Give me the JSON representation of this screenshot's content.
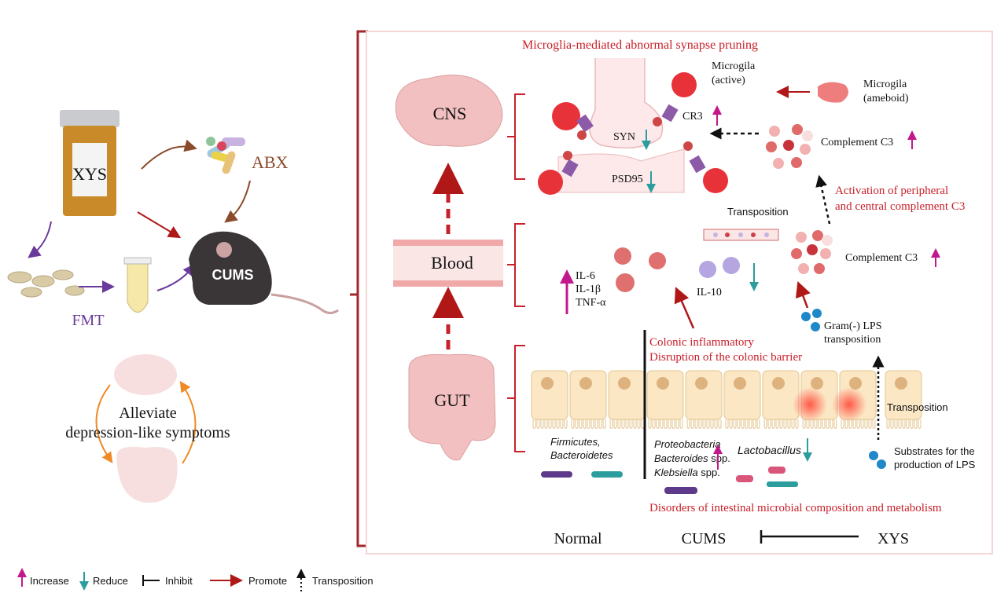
{
  "colors": {
    "bracket": "#a3262c",
    "red_text": "#c8202a",
    "increase": "#c2188b",
    "reduce": "#2a9d9c",
    "promote": "#b01818",
    "abx": "#8b4a2a",
    "fmt": "#6a3a9a"
  },
  "left": {
    "bottle_label": "XYS",
    "abx_label": "ABX",
    "fmt_label": "FMT",
    "mouse_label": "CUMS",
    "outcome_line1": "Alleviate",
    "outcome_line2": "depression-like symptoms"
  },
  "right": {
    "cns_label": "CNS",
    "blood_label": "Blood",
    "gut_label": "GUT",
    "cns": {
      "title": "Microglia-mediated abnormal synapse pruning",
      "microglia_active_1": "Microgila",
      "microglia_active_2": "(active)",
      "microglia_ameboid_1": "Microgila",
      "microglia_ameboid_2": "(ameboid)",
      "cr3": "CR3",
      "syn": "SYN",
      "psd95": "PSD95",
      "complement": "Complement C3"
    },
    "complement_activation_1": "Activation of peripheral",
    "complement_activation_2": "and central complement C3",
    "transposition_top": "Transposition",
    "blood": {
      "cytokines": [
        "IL-6",
        "IL-1β",
        "TNF-α"
      ],
      "il10": "IL-10",
      "complement": "Complement C3",
      "lps_1": "Gram(-) LPS",
      "lps_2": "transposition"
    },
    "gut": {
      "inflammation_1": "Colonic inflammatory",
      "inflammation_2": "Disruption of the colonic barrier",
      "transposition": "Transposition",
      "normal_bacteria_1": "Firmicutes,",
      "normal_bacteria_2": "Bacteroidetes",
      "proteo": "Proteobacteria",
      "bacteroides": "Bacteroides",
      "klebsiella": "Klebsiella",
      "spp": "spp.",
      "lacto": "Lactobacillus",
      "substrates_1": "Substrates for the",
      "substrates_2": "production of LPS",
      "disorders": "Disorders of intestinal microbial composition and metabolism"
    },
    "bottom": {
      "normal": "Normal",
      "cums": "CUMS",
      "xys": "XYS"
    }
  },
  "legend": [
    {
      "icon": "increase-arrow",
      "label": "Increase"
    },
    {
      "icon": "reduce-arrow",
      "label": "Reduce"
    },
    {
      "icon": "inhibit-bar",
      "label": "Inhibit"
    },
    {
      "icon": "promote-arrow",
      "label": "Promote"
    },
    {
      "icon": "transposition-dotted-arrow",
      "label": "Transposition"
    }
  ]
}
